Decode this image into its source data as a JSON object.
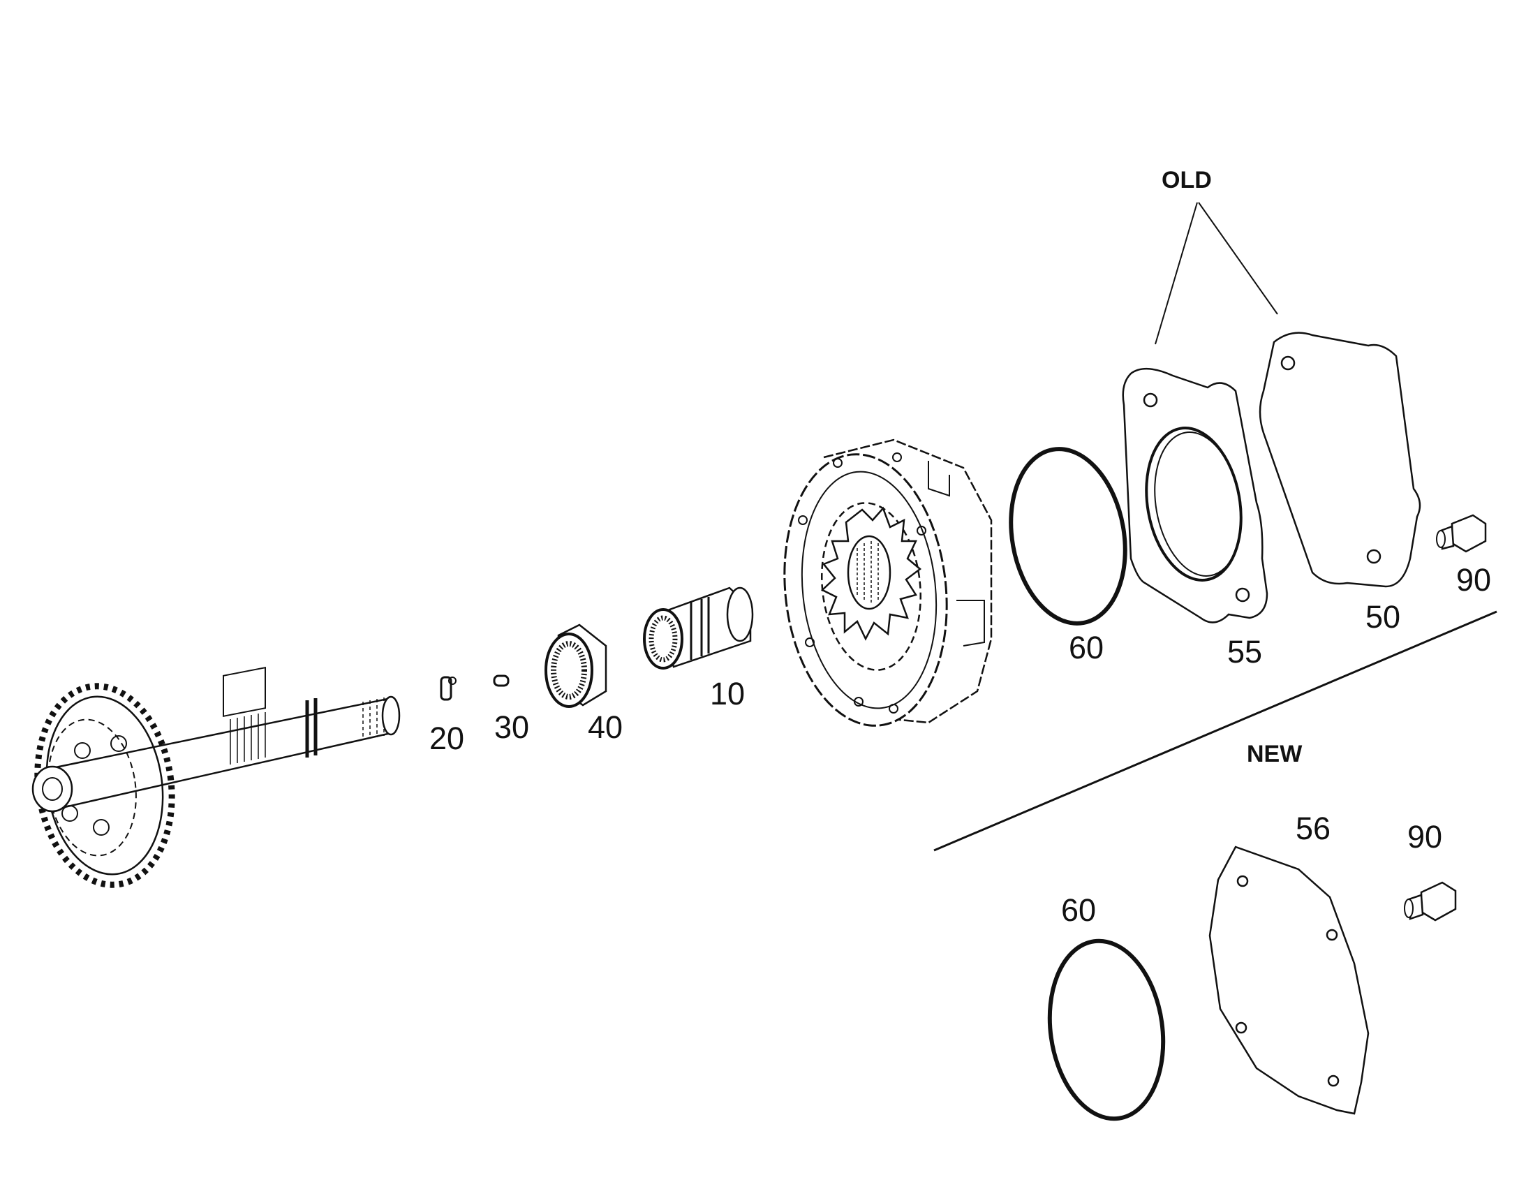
{
  "groups": {
    "old_label": "OLD",
    "new_label": "NEW"
  },
  "callouts": {
    "p10": "10",
    "p20": "20",
    "p30": "30",
    "p40": "40",
    "p50": "50",
    "p55": "55",
    "p60_old": "60",
    "p90_old": "90",
    "p56": "56",
    "p60_new": "60",
    "p90_new": "90"
  },
  "colors": {
    "line": "#111111",
    "background": "#ffffff"
  }
}
